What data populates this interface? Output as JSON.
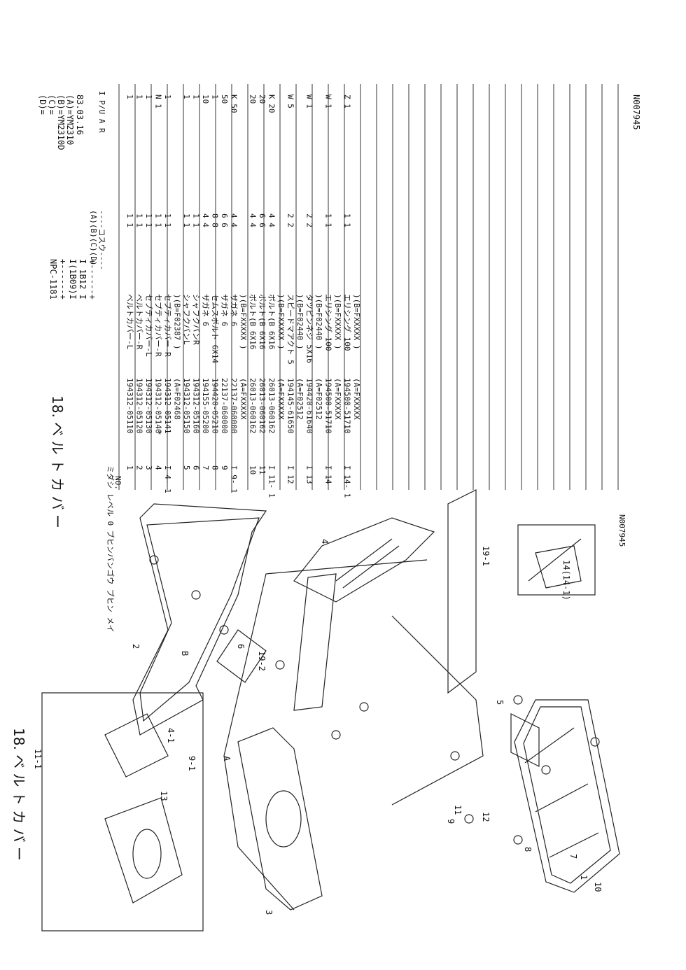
{
  "diagram": {
    "title": "18. ベ ル ト カ バ ー",
    "code": "N007945",
    "callouts": [
      "1",
      "2",
      "3",
      "4",
      "4-1",
      "5",
      "6",
      "7",
      "8",
      "9",
      "9-1",
      "10",
      "11",
      "11-1",
      "12",
      "13",
      "14(14-1)",
      "19-1",
      "19-2",
      "A",
      "B"
    ]
  },
  "parts_list": {
    "title": "18. ベ ル ト カ バ ー",
    "date": "83.03.16",
    "models": [
      "(A)=YM2310",
      "(B)=YM2310D",
      "(C)=",
      "(D)="
    ],
    "box_top": "+------+",
    "box_line1": "I 1B12 I",
    "box_line2": "I(1B09)I",
    "box_bottom": "+------+",
    "npc": "NPC-1181",
    "header_row1": "ミダシ レベル 0   ブヒンバンゴウ         ブヒン メイ",
    "header_qty": "----コスウ----",
    "header_qty_cols": "(A)(B)(C)(D)",
    "header_flags": "I P/U A R",
    "header_no": "NO.",
    "rows": [
      {
        "no": "1",
        "part": "194312-05110",
        "name": "ベルトカバー-L",
        "qty": "1 1",
        "flags": "1"
      },
      {
        "no": "2",
        "part": "194312-05120",
        "name": "ベルトカバー-R",
        "qty": "1 1",
        "flags": "1"
      },
      {
        "no": "3",
        "part": "194312-05130",
        "name": "セプティカバー-L",
        "qty": "1 1",
        "flags": "1"
      },
      {
        "no": "4",
        "part": "194312-05140",
        "name": "セプティカバー-R",
        "qty": "1 1",
        "flags": "N    1",
        "mark": "*"
      },
      {
        "no": "I 4- 1",
        "part": "194312-05141",
        "name": "セプティカバー-R",
        "qty": "1 1",
        "flags": "1"
      },
      {
        "no": "",
        "part": "(A=F02468",
        "name": ")(B=F02387   )",
        "qty": "",
        "flags": ""
      },
      {
        "no": "5",
        "part": "194312-05150",
        "name": "シャフクバンL",
        "qty": "1 1",
        "flags": "1"
      },
      {
        "no": "6",
        "part": "194312-05160",
        "name": "シャフクバンR",
        "qty": "1 1",
        "flags": "1"
      },
      {
        "no": "7",
        "part": "194155-05200",
        "name": "ザガネ 6",
        "qty": "4 4",
        "flags": "10"
      },
      {
        "no": "8",
        "part": "194420-05210",
        "name": "セムスボルト 6X14",
        "qty": "8 8",
        "flags": "1"
      },
      {
        "no": "9",
        "part": "22137-060000",
        "name": "ザガネ 6",
        "qty": "6 6",
        "flags": "50"
      },
      {
        "no": "I 9- 1",
        "part": "22137-060000",
        "name": "ザガネ 6",
        "qty": "4 4",
        "flags": "K   50"
      },
      {
        "no": "",
        "part": "(A=FXXXXX",
        "name": ")(B=FXXXXX   )",
        "qty": "",
        "flags": ""
      },
      {
        "no": "10",
        "part": "26013-060162",
        "name": "ボルト(B 6X16",
        "qty": "4 4",
        "flags": "20"
      },
      {
        "no": "11",
        "part": "26013-060162",
        "name": "ボルト(B 6X16",
        "qty": "6 6",
        "flags": "20"
      },
      {
        "no": "I 11- 1",
        "part": "26013-060162",
        "name": "ボルト(B 6X16",
        "qty": "4 4",
        "flags": "K   20"
      },
      {
        "no": "",
        "part": "(A=FXXXXX",
        "name": ")(B=FXXXXX   )",
        "qty": "",
        "flags": ""
      },
      {
        "no": "I 12",
        "part": "194145-61650",
        "name": "スピードマアクト 5",
        "qty": "2 2",
        "flags": "W    5"
      },
      {
        "no": "",
        "part": "(A=F02512",
        "name": ")(B=F02440   )",
        "qty": "",
        "flags": ""
      },
      {
        "no": "I 13",
        "part": "194420-61640",
        "name": "タツピンネジ 5X16",
        "qty": "2 2",
        "flags": "W    1"
      },
      {
        "no": "",
        "part": "(A=F02512",
        "name": ")(B=F02440   )",
        "qty": "",
        "flags": ""
      },
      {
        "no": "I 14",
        "part": "194500-51710",
        "name": "エリシング 100",
        "qty": "1 1",
        "flags": "W    1"
      },
      {
        "no": "",
        "part": "(A=FXXXXX",
        "name": ")(B=FXXXXX   )",
        "qty": "",
        "flags": ""
      },
      {
        "no": "I 14- 1",
        "part": "194500-51710",
        "name": "エリシング 100",
        "qty": "1 1",
        "flags": "Z    1"
      },
      {
        "no": "",
        "part": "(A=FXXXXX",
        "name": ")(B=FXXXXX   )",
        "qty": "",
        "flags": ""
      }
    ],
    "footer_code": "N007945"
  }
}
